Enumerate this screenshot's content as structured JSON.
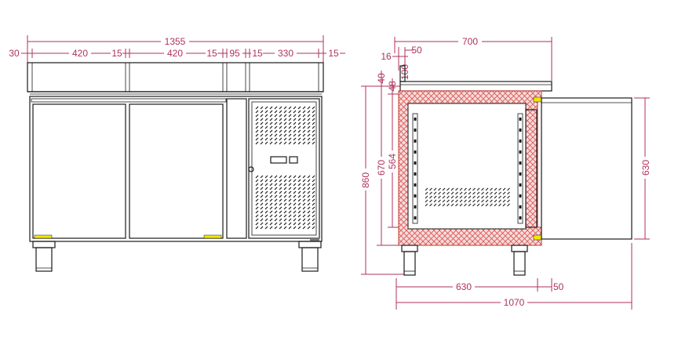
{
  "colors": {
    "dimension": "#b0315a",
    "outline": "#1a1a1a",
    "insulation": "#d9534f",
    "insulation_fill": "#f7dcdc",
    "foot_marker": "#f2e600"
  },
  "front_view": {
    "dims_top": {
      "overall": "1355"
    },
    "dims_row2": {
      "left_margin": "30",
      "door1": "420",
      "gap1": "15",
      "door2": "420",
      "gap2": "15",
      "panel": "95",
      "gap3": "15",
      "motor": "330",
      "right_margin": "15"
    }
  },
  "side_view": {
    "dims_top": {
      "depth": "700",
      "d16": "16",
      "d50": "50"
    },
    "dims_left": {
      "d100": "100",
      "d40": "40",
      "d48": "48",
      "h860": "860",
      "h670": "670",
      "h564": "564"
    },
    "dims_right": {
      "h630": "630"
    },
    "dims_bottom": {
      "d630": "630",
      "d50": "50",
      "d1070": "1070"
    }
  }
}
